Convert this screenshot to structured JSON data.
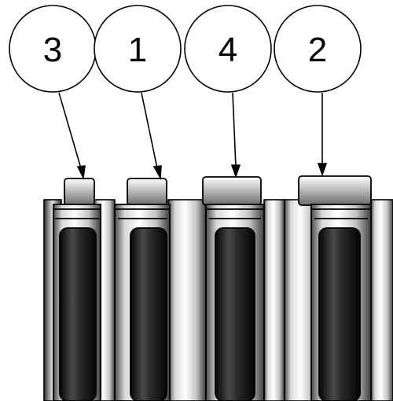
{
  "balloons": [
    {
      "label": "3"
    },
    {
      "label": "1"
    },
    {
      "label": "4"
    },
    {
      "label": "2"
    }
  ],
  "colors": {
    "outline": "#000000",
    "metal_light": "#f2f2f2",
    "metal_mid": "#b8b8b8",
    "metal_dark": "#5a5a5a",
    "rubber": "#1a1a1a",
    "background": "#ffffff"
  }
}
